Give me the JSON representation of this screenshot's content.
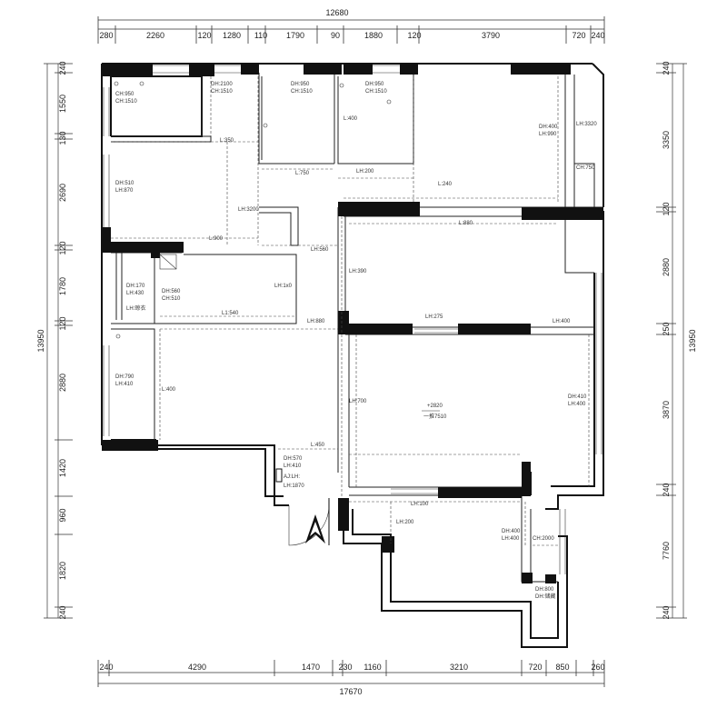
{
  "dimensions": {
    "top_total": "12680",
    "top": [
      "280",
      "2260",
      "120",
      "1280",
      "110",
      "1790",
      "90",
      "1880",
      "120",
      "3790",
      "720",
      "240"
    ],
    "bottom_total": "17670",
    "bottom": [
      "240",
      "4290",
      "1470",
      "230",
      "1160",
      "3210",
      "720",
      "850",
      "260"
    ],
    "left_total": "13950",
    "left": [
      "240",
      "1550",
      "130",
      "2690",
      "120",
      "1780",
      "120",
      "2880",
      "1420",
      "960",
      "1820",
      "240"
    ],
    "right_total": "13950",
    "right": [
      "240",
      "3350",
      "120",
      "2880",
      "250",
      "3870",
      "240",
      "7760",
      "240"
    ]
  },
  "rooms": [
    {
      "id": "bath-a",
      "lines": [
        "CH:950",
        "CH:1510"
      ]
    },
    {
      "id": "room-b",
      "lines": [
        "DH:2100",
        "CH:1510"
      ]
    },
    {
      "id": "bath-c",
      "lines": [
        "DH:950",
        "CH:1510"
      ]
    },
    {
      "id": "room-d",
      "lines": [
        "DH:950",
        "CH:1510"
      ]
    },
    {
      "id": "master",
      "lines": [
        "DH:400",
        "LH:990"
      ]
    },
    {
      "id": "bedroom-nw",
      "lines": [
        "DH:510",
        "LH:870"
      ]
    },
    {
      "id": "kitchen",
      "lines": [
        "DH:560",
        "CH:510"
      ]
    },
    {
      "id": "small-w",
      "lines": [
        "DH:170",
        "LH:430",
        "LH:晾衣"
      ]
    },
    {
      "id": "dining-w",
      "lines": [
        "DH:790",
        "LH:410"
      ]
    },
    {
      "id": "living",
      "lines": [
        "+2820",
        "一推7510"
      ]
    },
    {
      "id": "living-e",
      "lines": [
        "DH:410",
        "LH:400"
      ]
    },
    {
      "id": "south-bed",
      "lines": [
        "DH:400",
        "LH:400"
      ]
    },
    {
      "id": "balcony-s",
      "lines": [
        "DH:800",
        "DH:储藏"
      ]
    },
    {
      "id": "entry",
      "lines": [
        "DH:570",
        "LH:410",
        "AJ:LH:",
        "LH:1870"
      ]
    }
  ],
  "labels": {
    "l_350": "L:350",
    "l_400a": "L:400",
    "l_750a": "L:750",
    "l_200a": "LH:200",
    "l_240": "L:240",
    "l_3200": "LH:3200",
    "l_880": "L:880",
    "lh_3320": "LH:3320",
    "ch_750": "CH:750",
    "l_900": "L:900",
    "lh_560": "LH:560",
    "lh_1x0": "LH:1x0",
    "lh_390": "LH:390",
    "l_540": "L1:540",
    "lh_880": "LH:880",
    "lh_275": "LH:275",
    "lh_400r": "LH:400",
    "l_400b": "L:400",
    "lh_700": "LH:700",
    "l_450": "L:450",
    "lh_100": "LH:100",
    "lh_200b": "LH:200",
    "ch_2000": "CH:2000"
  }
}
